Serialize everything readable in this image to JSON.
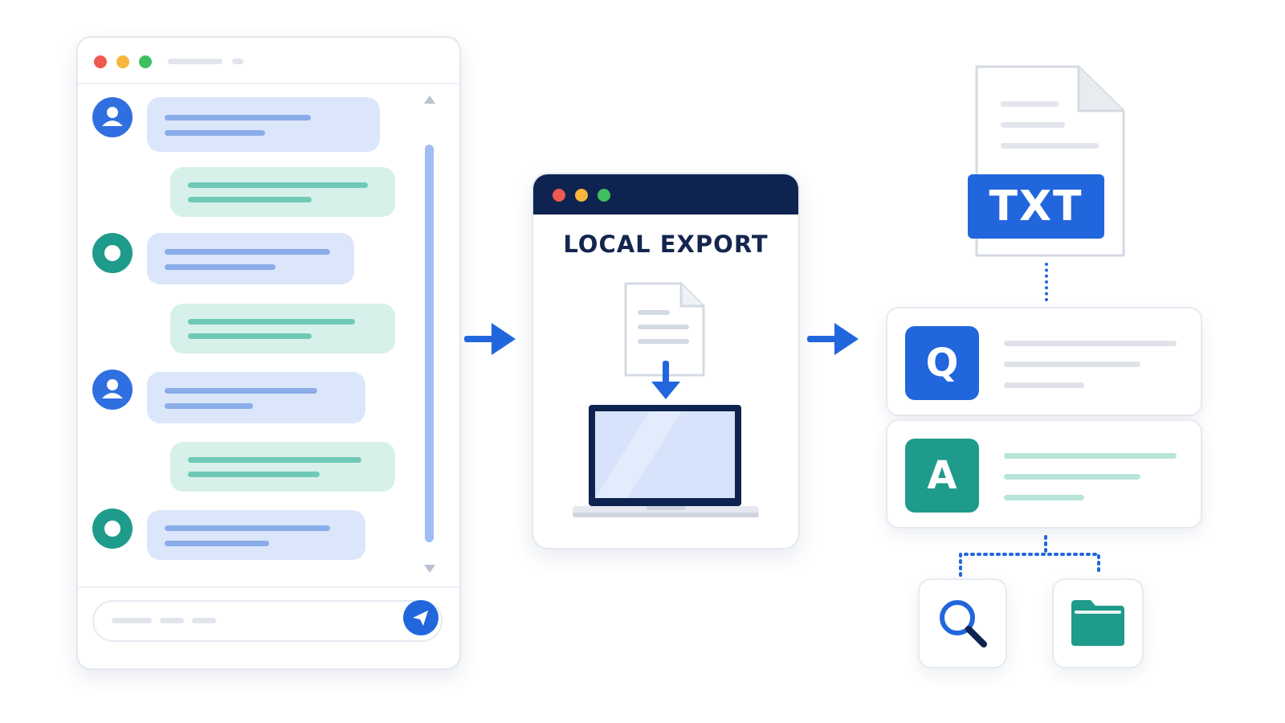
{
  "export_panel": {
    "title": "LOCAL EXPORT"
  },
  "file_output": {
    "format_label": "TXT"
  },
  "qa_cards": {
    "question_letter": "Q",
    "answer_letter": "A"
  },
  "icons": {
    "user_avatar": "user-avatar-icon",
    "bot_avatar": "bot-avatar-icon",
    "send": "send-icon",
    "document": "document-icon",
    "laptop": "laptop-icon",
    "search": "search-icon",
    "folder": "folder-icon",
    "arrow": "arrow-right-icon"
  },
  "colors": {
    "primary_blue": "#2266dd",
    "teal": "#1e9b8b",
    "navy": "#0f2350",
    "user_bubble": "#dbe6fb",
    "bot_bubble": "#d7f1ea",
    "close_dot": "#ee5a4f",
    "minimize_dot": "#f5b53f",
    "maximize_dot": "#3fbf5f"
  }
}
